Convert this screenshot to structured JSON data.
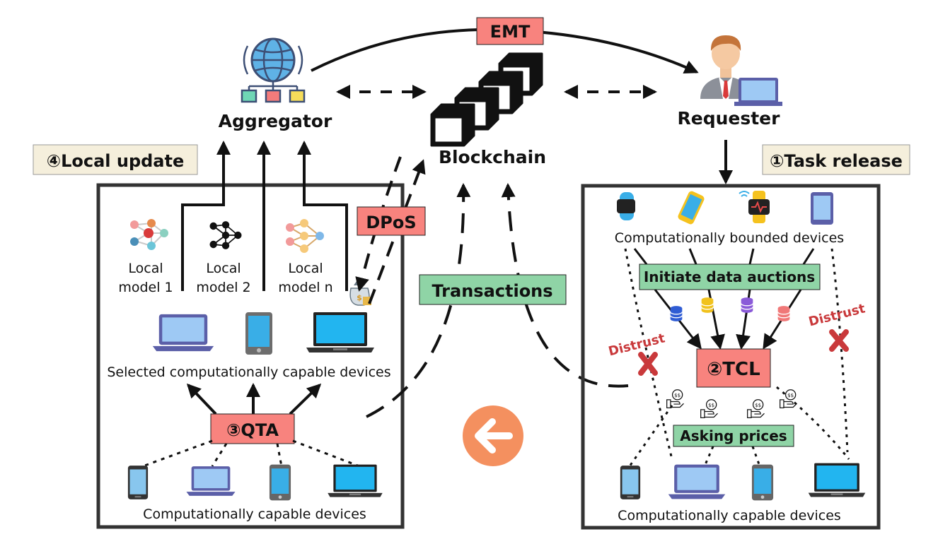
{
  "colors": {
    "red_box": "#f8837e",
    "green_box": "#8fd4a6",
    "beige_box": "#f5efdc",
    "orange_circle": "#f4905f",
    "distrust": "#c9393b"
  },
  "title": {
    "emt": "EMT",
    "blockchain": "Blockchain",
    "aggregator": "Aggregator",
    "requester": "Requester",
    "dpos": "DPoS",
    "transactions": "Transactions"
  },
  "steps": {
    "local_update": "④Local update",
    "task_release": "①Task release",
    "tcl": "②TCL",
    "qta": "③QTA"
  },
  "left_panel": {
    "models": [
      {
        "line1": "Local",
        "line2": "model 1"
      },
      {
        "line1": "Local",
        "line2": "model 2"
      },
      {
        "line1": "Local",
        "line2": "model n"
      }
    ],
    "selected_label": "Selected computationally capable devices",
    "devices_label": "Computationally capable devices"
  },
  "right_panel": {
    "bounded_label": "Computationally bounded devices",
    "auction_label": "Initiate data auctions",
    "asking_label": "Asking prices",
    "devices_label": "Computationally capable devices",
    "distrust_left": "Distrust",
    "distrust_right": "Distrust"
  },
  "icons": [
    "globe-network-icon",
    "blockchain-cubes-icon",
    "businessman-laptop-icon",
    "neural-network-icon",
    "money-bag-icon",
    "laptop-icon",
    "tablet-icon",
    "smartphone-icon",
    "smartwatch-icon",
    "database-icon",
    "coin-hand-icon",
    "back-arrow-icon"
  ]
}
